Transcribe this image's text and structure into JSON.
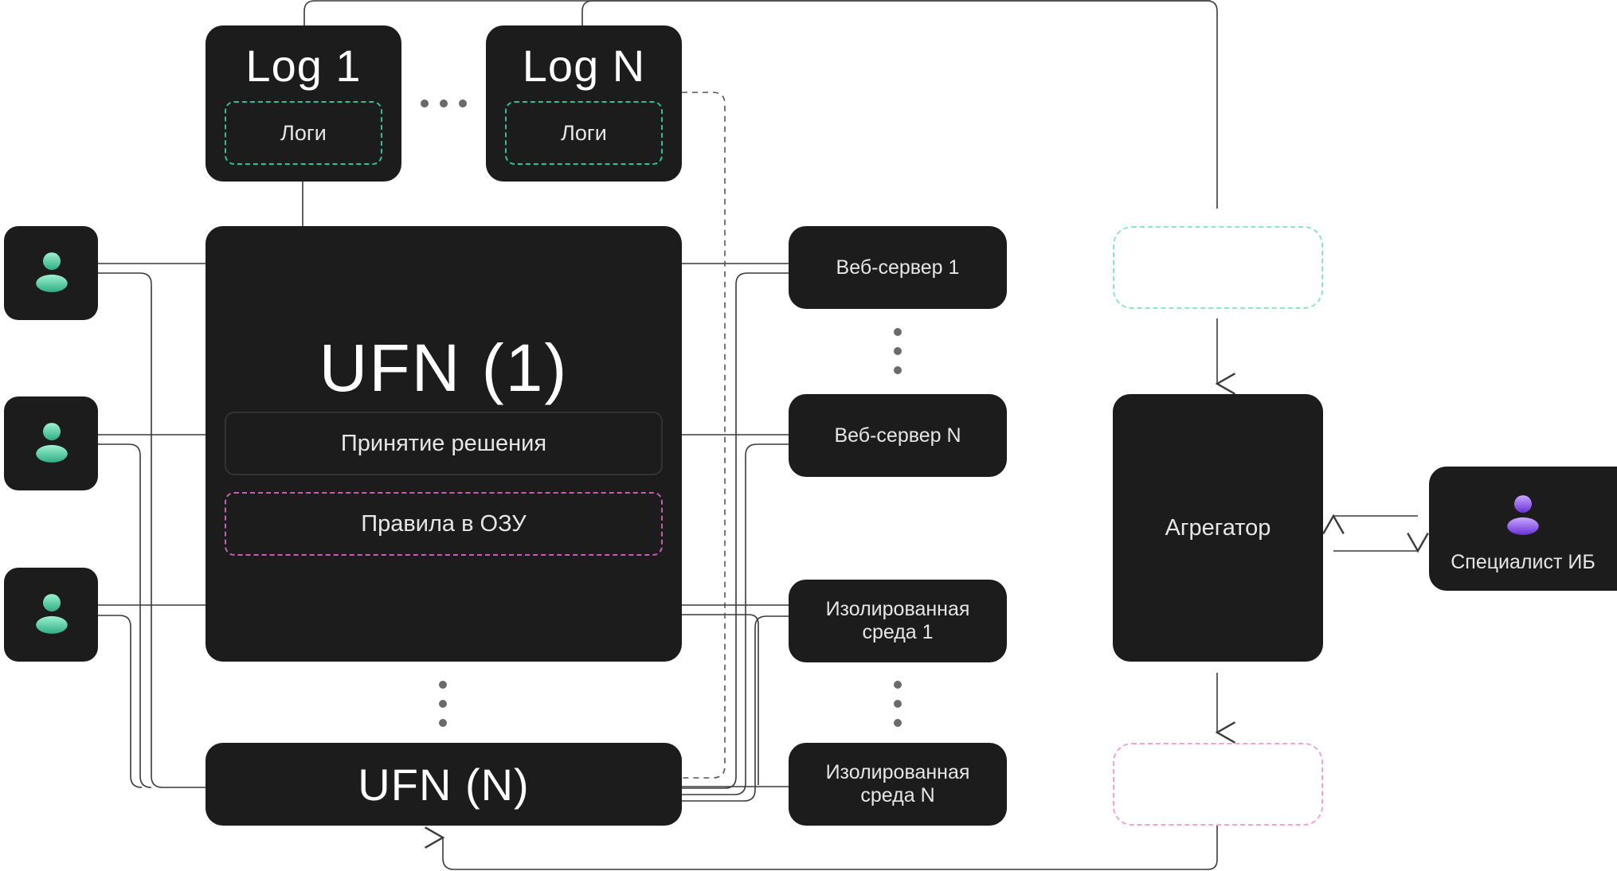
{
  "logs": [
    {
      "title": "Log 1",
      "inner": "Логи"
    },
    {
      "title": "Log N",
      "inner": "Логи"
    }
  ],
  "ufn_main": {
    "title": "UFN (1)",
    "decision": "Принятие решения",
    "rules": "Правила в ОЗУ"
  },
  "ufn_n": {
    "title": "UFN (N)"
  },
  "servers": [
    {
      "label": "Веб-сервер 1"
    },
    {
      "label": "Веб-сервер N"
    },
    {
      "label": "Изолированная среда 1"
    },
    {
      "label": "Изолированная среда N"
    }
  ],
  "aggregator": {
    "label": "Агрегатор"
  },
  "specialist": {
    "label": "Специалист ИБ"
  },
  "icons": [
    "user-icon",
    "user-icon",
    "user-icon",
    "specialist-icon",
    "arrow-icon"
  ],
  "colors": {
    "box": "#1c1c1c",
    "teal_accent": "#2fbf99",
    "pink_accent": "#c660ae",
    "user_gradient": [
      "#9ef1cf",
      "#2fae86"
    ],
    "specialist_gradient": [
      "#c9a8ff",
      "#6b2fd6"
    ],
    "line": "#3a3a3a"
  }
}
